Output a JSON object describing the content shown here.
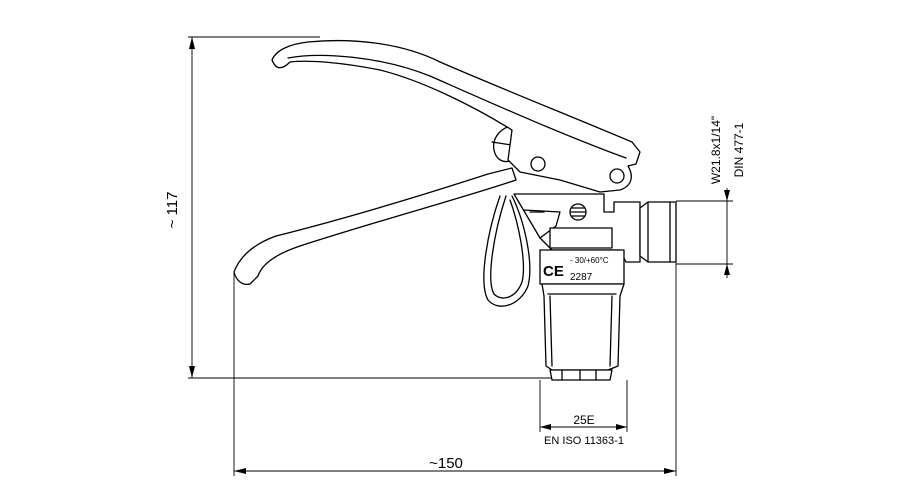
{
  "dimensions": {
    "height": "~ 117",
    "width": "~150",
    "outlet_diameter": "25E",
    "outlet_standard": "EN ISO 11363-1",
    "thread": "W21.8x1/14\"",
    "thread_standard": "DIN 477-1"
  },
  "markings": {
    "ce_mark": "CE",
    "temperature_range": "- 30/+60°C",
    "notified_body": "2287"
  }
}
